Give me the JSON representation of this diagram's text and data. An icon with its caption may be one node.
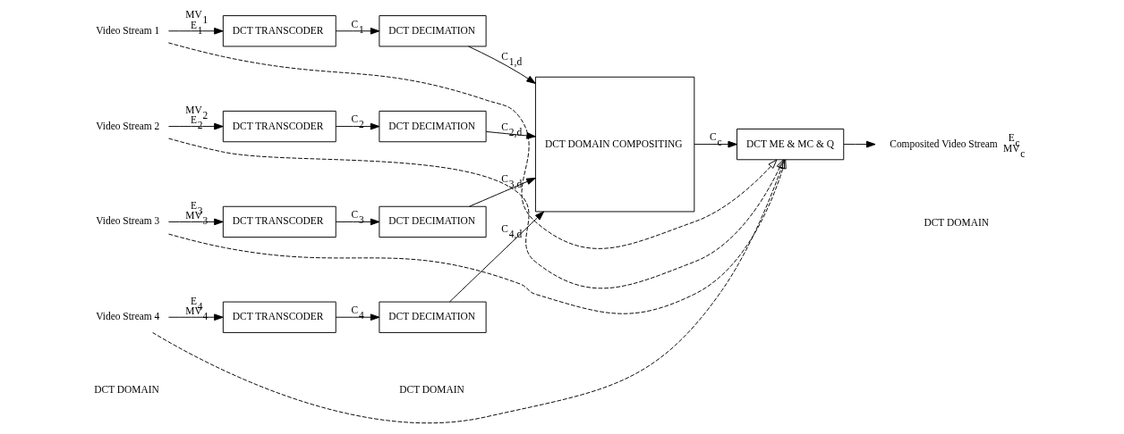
{
  "diagram": {
    "nodes": [
      {
        "text": [
          "Video Stream 1"
        ]
      },
      {
        "text": [
          "Video Stream 2"
        ]
      },
      {
        "text": [
          "Video Stream 3"
        ]
      },
      {
        "text": [
          "Video Stream 4"
        ]
      },
      {
        "text": [
          "DCT TRANSCODER"
        ]
      },
      {
        "text": [
          "DCT TRANSCODER"
        ]
      },
      {
        "text": [
          "DCT TRANSCODER"
        ]
      },
      {
        "text": [
          "DCT TRANSCODER"
        ]
      },
      {
        "text": [
          "DCT DECIMATION"
        ]
      },
      {
        "text": [
          "DCT DECIMATION"
        ]
      },
      {
        "text": [
          "DCT DECIMATION"
        ]
      },
      {
        "text": [
          "DCT DECIMATION"
        ]
      },
      {
        "text": [
          "DCT DOMAIN COMPOSITING"
        ]
      },
      {
        "text": [
          "DCT ME & MC & Q"
        ]
      },
      {
        "text": [
          "Composited Video Stream"
        ],
        "beside": [
          "E$_{c}$",
          "MV$_{c}$"
        ]
      }
    ],
    "edges": [
      {
        "from": 0,
        "to": 4,
        "arrow": "to",
        "label": "MV$_{1}$ E$_{1}$"
      },
      {
        "from": 1,
        "to": 5,
        "arrow": "to",
        "label": "MV$_{2}$ E$_{2}$"
      },
      {
        "from": 2,
        "to": 6,
        "arrow": "to",
        "label": "E$_{3}$ MV$_{3}$"
      },
      {
        "from": 3,
        "to": 7,
        "arrow": "to",
        "label": "E$_{4}$ MV$_{4}$"
      },
      {
        "from": 4,
        "to": 8,
        "arrow": "to",
        "label": "C$_{1}$"
      },
      {
        "from": 5,
        "to": 9,
        "arrow": "to",
        "label": "C$_{2}$"
      },
      {
        "from": 6,
        "to": 10,
        "arrow": "to",
        "label": "C$_{3}$"
      },
      {
        "from": 7,
        "to": 11,
        "arrow": "to",
        "label": "C$_{4}$"
      },
      {
        "from": 8,
        "to": 12,
        "arrow": "to",
        "label": "C$_{1,d}$"
      },
      {
        "from": 9,
        "to": 12,
        "arrow": "to",
        "label": "C$_{2,d}$"
      },
      {
        "from": 10,
        "to": 12,
        "arrow": "to",
        "label": "C$_{3,d}$"
      },
      {
        "from": 11,
        "to": 12,
        "arrow": "to",
        "label": "C$_{4,d}$"
      },
      {
        "from": 12,
        "to": 13,
        "arrow": "to",
        "label": "C$_{c}$"
      },
      {
        "from": 13,
        "to": 14,
        "arrow": "to"
      },
      {
        "from": 0,
        "to": 13,
        "arrow": "to",
        "style": "dashed"
      },
      {
        "from": 1,
        "to": 13,
        "arrow": "to",
        "style": "dashed"
      },
      {
        "from": 2,
        "to": 13,
        "arrow": "to",
        "style": "dashed"
      },
      {
        "from": 3,
        "to": 13,
        "arrow": "to",
        "style": "dashed"
      }
    ],
    "labels": [
      "DCT DOMAIN",
      "DCT DOMAIN",
      "DCT DOMAIN"
    ]
  }
}
